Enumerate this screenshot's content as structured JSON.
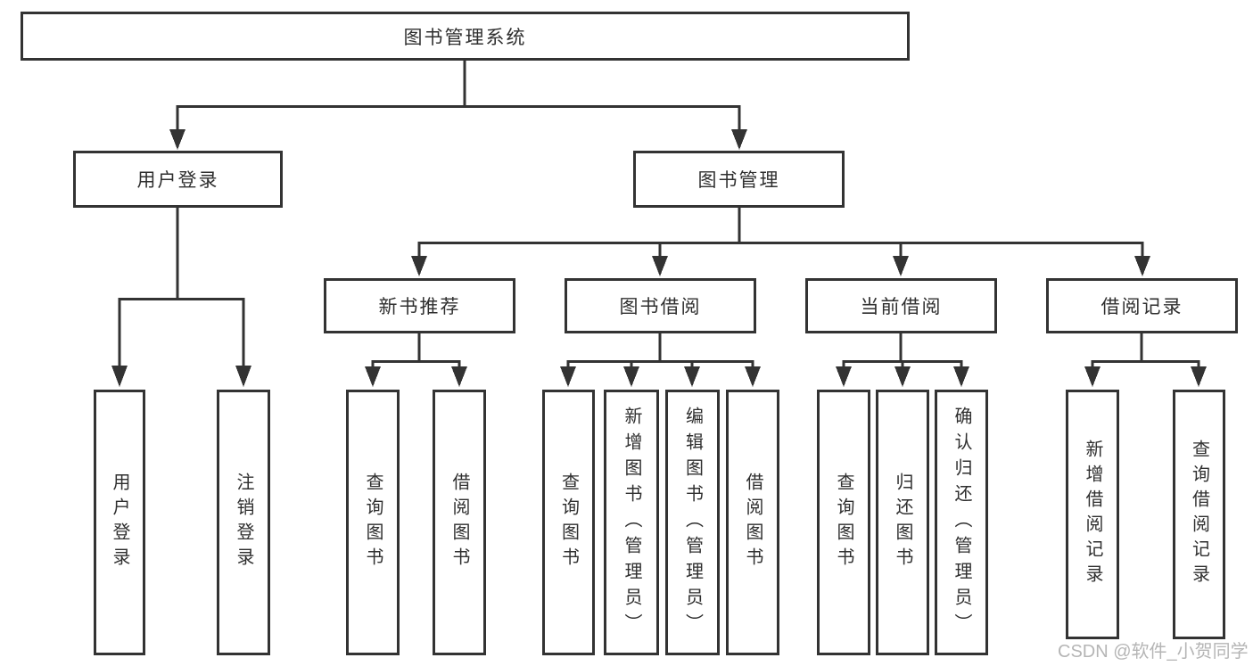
{
  "diagram": {
    "root": {
      "label": "图书管理系统"
    },
    "level2": [
      {
        "id": "user-login",
        "label": "用户登录"
      },
      {
        "id": "book-management",
        "label": "图书管理"
      }
    ],
    "level3": [
      {
        "id": "new-book-recommend",
        "label": "新书推荐"
      },
      {
        "id": "book-borrow",
        "label": "图书借阅"
      },
      {
        "id": "current-borrow",
        "label": "当前借阅"
      },
      {
        "id": "borrow-records",
        "label": "借阅记录"
      }
    ],
    "leaves": {
      "user_login": [
        "用户登录",
        "注销登录"
      ],
      "new_book_recommend": [
        "查询图书",
        "借阅图书"
      ],
      "book_borrow": [
        "查询图书",
        "新增图书（管理员）",
        "编辑图书（管理员）",
        "借阅图书"
      ],
      "current_borrow": [
        "查询图书",
        "归还图书",
        "确认归还（管理员）"
      ],
      "borrow_records": [
        "新增借阅记录",
        "查询借阅记录"
      ]
    }
  },
  "watermark": {
    "text": "CSDN @软件_小贺同学"
  },
  "colors": {
    "line": "#333333",
    "text": "#2f2f2f",
    "watermark": "#b5b5b5",
    "background": "#ffffff"
  }
}
